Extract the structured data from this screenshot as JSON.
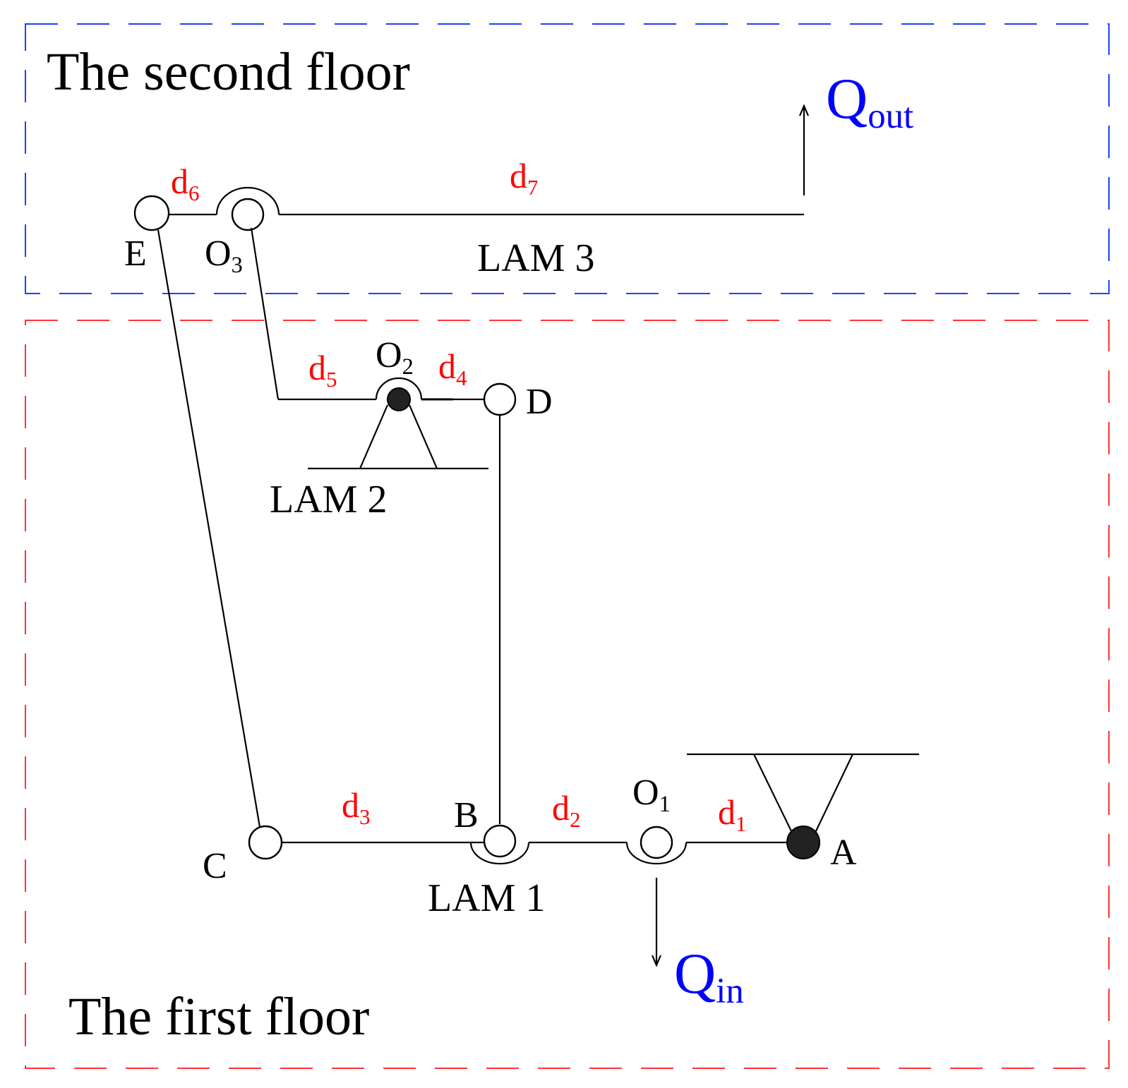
{
  "floors": {
    "second": {
      "label": "The second floor",
      "border_color": "#1f3fff"
    },
    "first": {
      "label": "The first floor",
      "border_color": "#ff3333"
    }
  },
  "mechanisms": {
    "lam1": "LAM 1",
    "lam2": "LAM 2",
    "lam3": "LAM 3"
  },
  "points": {
    "A": "A",
    "B": "B",
    "C": "C",
    "D": "D",
    "E": "E",
    "O1": {
      "base": "O",
      "sub": "1"
    },
    "O2": {
      "base": "O",
      "sub": "2"
    },
    "O3": {
      "base": "O",
      "sub": "3"
    }
  },
  "distances": {
    "d1": {
      "base": "d",
      "sub": "1"
    },
    "d2": {
      "base": "d",
      "sub": "2"
    },
    "d3": {
      "base": "d",
      "sub": "3"
    },
    "d4": {
      "base": "d",
      "sub": "4"
    },
    "d5": {
      "base": "d",
      "sub": "5"
    },
    "d6": {
      "base": "d",
      "sub": "6"
    },
    "d7": {
      "base": "d",
      "sub": "7"
    }
  },
  "flows": {
    "in": {
      "base": "Q",
      "sub": "in"
    },
    "out": {
      "base": "Q",
      "sub": "out"
    }
  },
  "colors": {
    "distance_labels": "#ff0000",
    "flow_labels": "#0000ff",
    "lines": "#000000"
  }
}
